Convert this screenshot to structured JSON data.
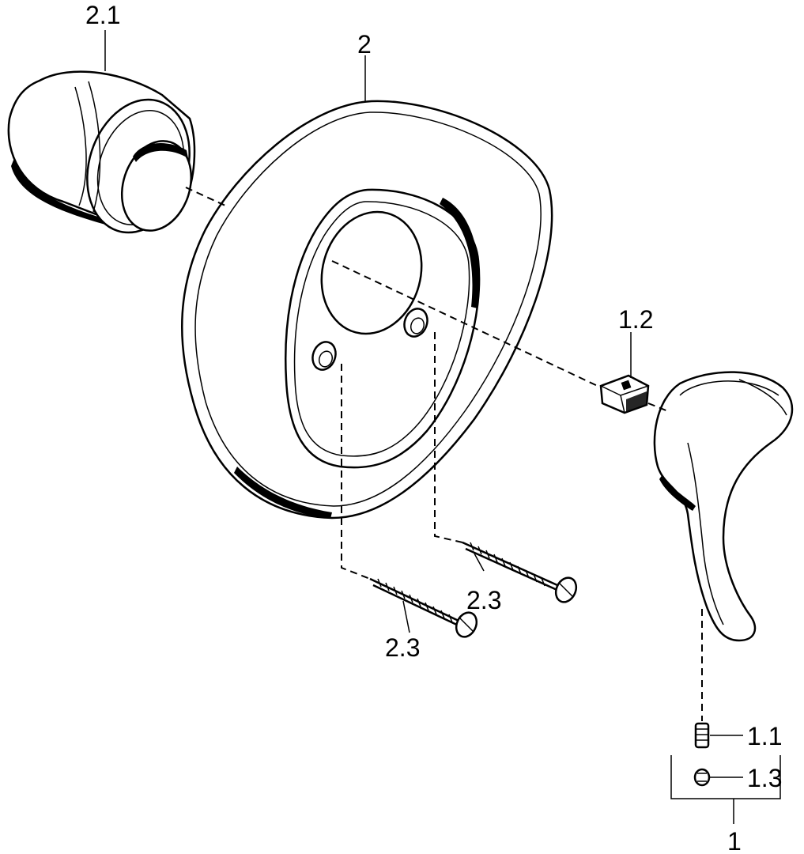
{
  "labels": {
    "sleeve": "2.1",
    "escutcheon": "2",
    "adapter": "1.2",
    "screw_right": "2.3",
    "screw_left": "2.3",
    "set_screw": "1.1",
    "cap": "1.3",
    "handle_assembly": "1"
  }
}
